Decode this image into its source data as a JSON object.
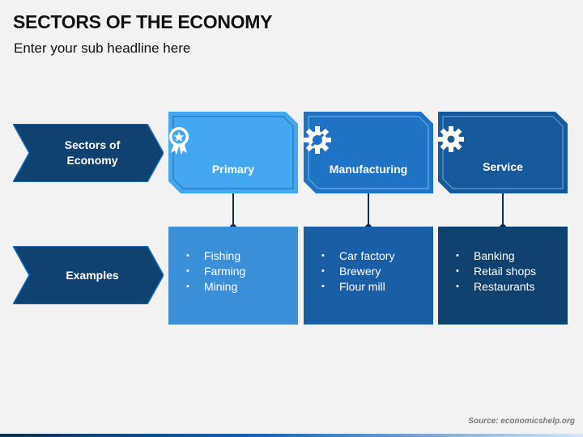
{
  "title": "SECTORS OF THE ECONOMY",
  "subtitle": "Enter your sub headline here",
  "row_labels": {
    "sectors": "Sectors of Economy",
    "examples": "Examples"
  },
  "sectors": [
    {
      "label": "Primary",
      "icon": "award-ribbon-icon",
      "color": "#44a8f0",
      "examples_color": "#3a8fd6",
      "examples": [
        "Fishing",
        "Farming",
        "Mining"
      ]
    },
    {
      "label": "Manufacturing",
      "icon": "gear-wrench-icon",
      "color": "#1f72c4",
      "examples_color": "#1a5fa6",
      "examples": [
        "Car factory",
        "Brewery",
        "Flour mill"
      ]
    },
    {
      "label": "Service",
      "icon": "gear-icon",
      "color": "#175a9c",
      "examples_color": "#0f4171",
      "examples": [
        "Banking",
        "Retail shops",
        "Restaurants"
      ]
    }
  ],
  "colors": {
    "arrow_fill": "#0f4171",
    "arrow_border": "#1a6fc0",
    "connector": "#0d2f52"
  },
  "source": "Source: economicshelp.org"
}
